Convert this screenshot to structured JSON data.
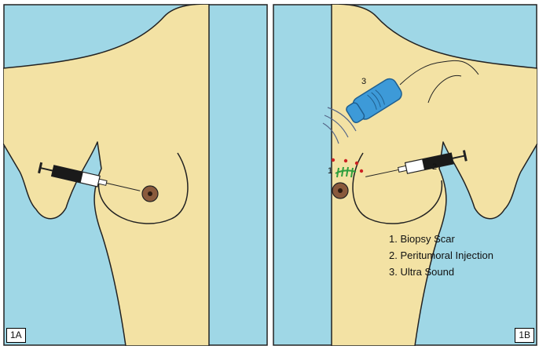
{
  "colors": {
    "background": "#9fd7e6",
    "skin": "#f3e2a4",
    "outline": "#222222",
    "nipple": "#8a5a3c",
    "probe": "#3d9ad8",
    "suture": "#2e9e3c",
    "injection_dots": "#cc2222"
  },
  "panel_a": {
    "tag": "1A"
  },
  "panel_b": {
    "tag": "1B",
    "markers": {
      "scar": "1",
      "injection": "2",
      "probe": "3"
    },
    "legend": [
      {
        "text": "1. Biopsy Scar"
      },
      {
        "text": "2. Peritumoral Injection"
      },
      {
        "text": "3. Ultra Sound"
      }
    ]
  }
}
